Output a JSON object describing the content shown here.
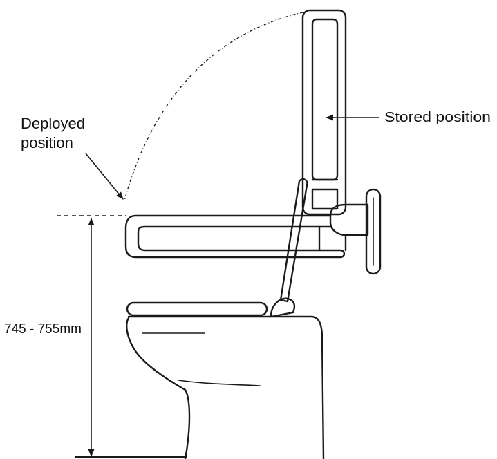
{
  "labels": {
    "deployed_line1": "Deployed",
    "deployed_line2": "position",
    "stored": "Stored position",
    "height": "745 - 755mm"
  },
  "colors": {
    "line": "#1a1a1a",
    "background": "#ffffff"
  }
}
